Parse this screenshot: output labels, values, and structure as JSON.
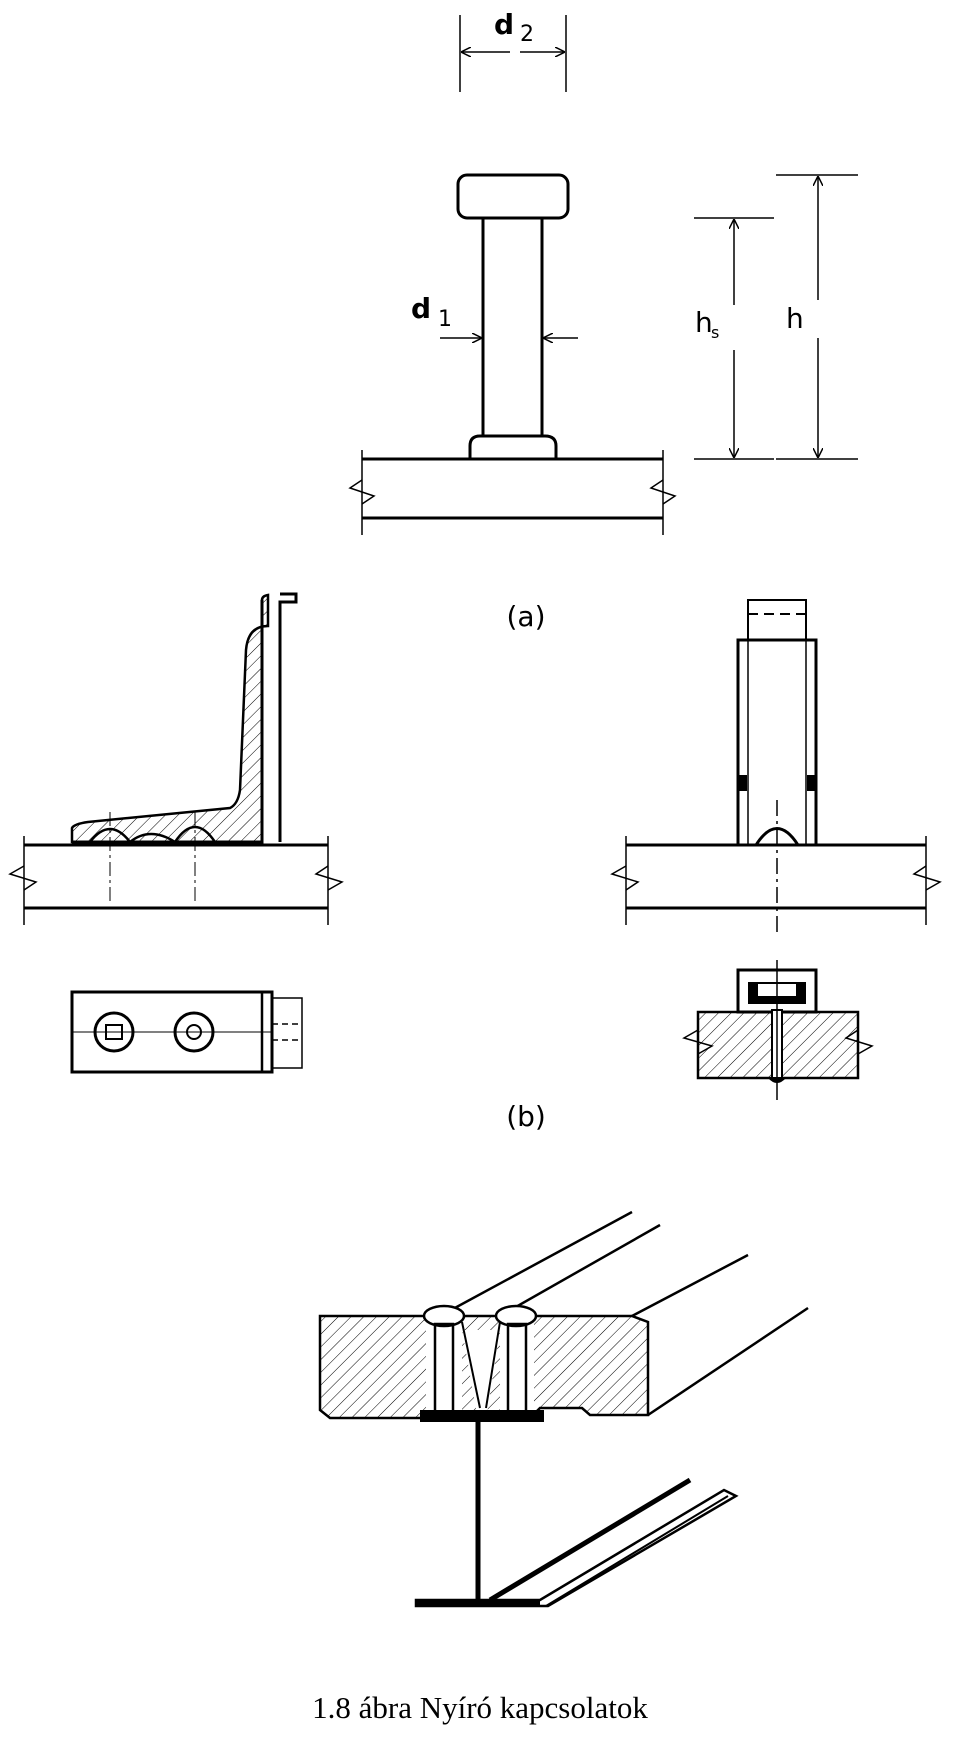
{
  "figure": {
    "part_a": {
      "label": "(a)",
      "dims": {
        "d2": "d",
        "d2_sub": "2",
        "d1": "d",
        "d1_sub": "1",
        "hs": "h",
        "hs_sub": "s",
        "h": "h"
      }
    },
    "part_b": {
      "label": "(b)"
    },
    "caption": "1.8 ábra Nyíró kapcsolatok"
  },
  "colors": {
    "line": "#000000",
    "background": "#ffffff"
  }
}
